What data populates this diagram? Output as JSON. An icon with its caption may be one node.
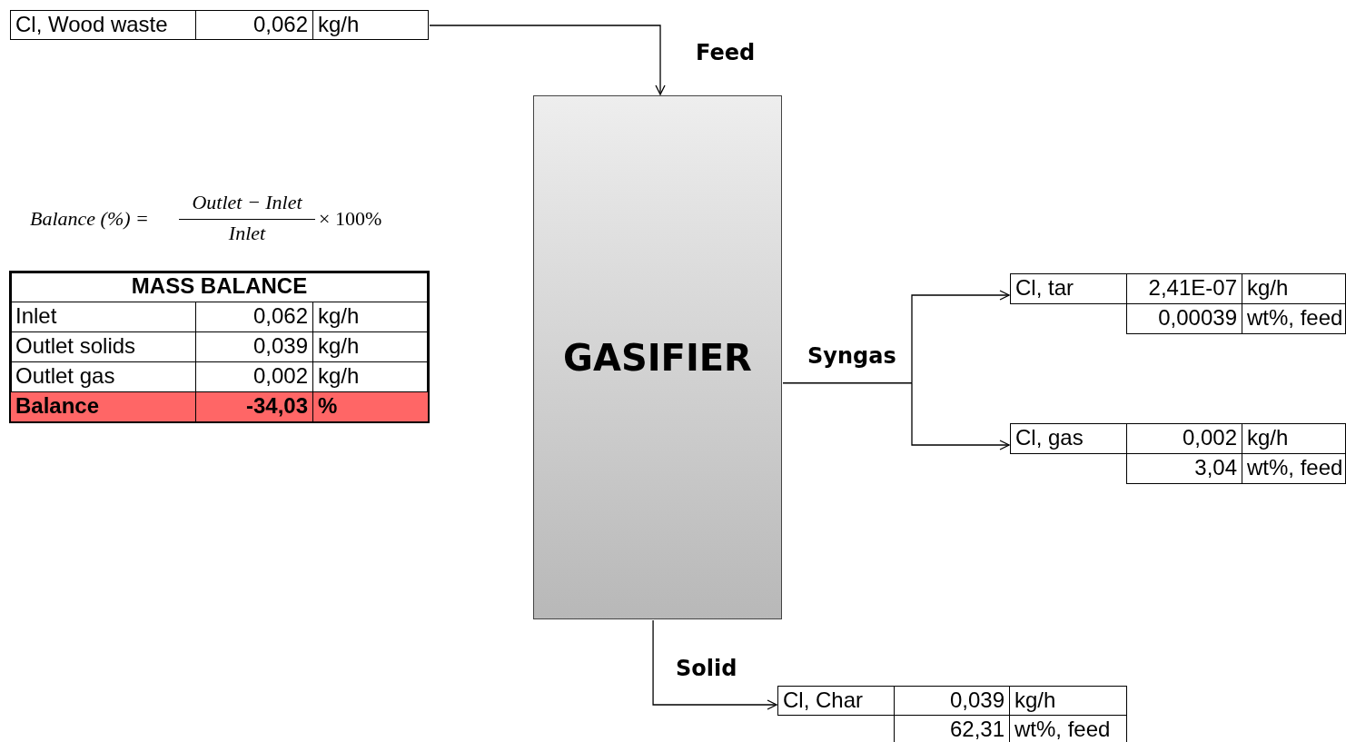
{
  "diagram": {
    "nodes": [
      {
        "text": [
          "Cl, Wood waste",
          "0,062",
          "kg/h"
        ]
      },
      {
        "text": [
          "GASIFIER"
        ]
      },
      {
        "text": [
          "Cl, tar",
          "2,41E-07",
          "kg/h",
          "0,00039",
          "wt%, feed"
        ]
      },
      {
        "text": [
          "Cl, gas",
          "0,002",
          "kg/h",
          "3,04",
          "wt%, feed"
        ]
      },
      {
        "text": [
          "Cl, Char",
          "0,039",
          "kg/h",
          "62,31",
          "wt%, feed"
        ]
      },
      {
        "text": [
          "MASS BALANCE",
          "Inlet",
          "0,062",
          "kg/h",
          "Outlet solids",
          "0,039",
          "kg/h",
          "Outlet gas",
          "0,002",
          "kg/h",
          "Balance",
          "-34,03",
          "%"
        ]
      }
    ],
    "edges": [
      {
        "from": 0,
        "to": 1,
        "arrow": "to",
        "label": "Feed"
      },
      {
        "from": 1,
        "to": 2,
        "arrow": "to",
        "label": "Syngas"
      },
      {
        "from": 1,
        "to": 3,
        "arrow": "to"
      },
      {
        "from": 1,
        "to": 4,
        "arrow": "to",
        "label": "Solid"
      }
    ],
    "labels": [
      "Balance (%) =",
      "Outlet − Inlet",
      "Inlet",
      "× 100%"
    ]
  }
}
